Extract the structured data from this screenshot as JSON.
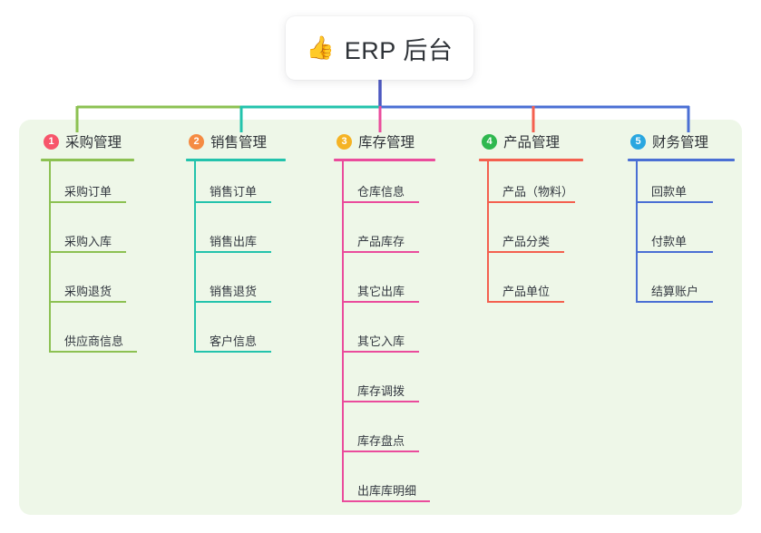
{
  "root": {
    "emoji": "👍",
    "emoji_name": "thumbs-up-icon",
    "title": "ERP 后台"
  },
  "palette": {
    "panel_bg": "#eef7e8",
    "card_bg": "#ffffff",
    "stem_blue": "#4b57c0",
    "text": "#2f3338"
  },
  "columns": [
    {
      "index": "1",
      "badge_color": "#f7556b",
      "line_color": "#8cc152",
      "title": "采购管理",
      "items": [
        "采购订单",
        "采购入库",
        "采购退货",
        "供应商信息"
      ]
    },
    {
      "index": "2",
      "badge_color": "#f58b42",
      "line_color": "#23c3ac",
      "title": "销售管理",
      "items": [
        "销售订单",
        "销售出库",
        "销售退货",
        "客户信息"
      ]
    },
    {
      "index": "3",
      "badge_color": "#f5b324",
      "line_color": "#ea4c9c",
      "title": "库存管理",
      "items": [
        "仓库信息",
        "产品库存",
        "其它出库",
        "其它入库",
        "库存调拨",
        "库存盘点",
        "出库库明细"
      ]
    },
    {
      "index": "4",
      "badge_color": "#2fb84f",
      "line_color": "#f4604f",
      "title": "产品管理",
      "items": [
        "产品（物料）",
        "产品分类",
        "产品单位"
      ]
    },
    {
      "index": "5",
      "badge_color": "#2aa7e0",
      "line_color": "#4a6fd4",
      "title": "财务管理",
      "items": [
        "回款单",
        "付款单",
        "结算账户"
      ]
    }
  ],
  "layout": {
    "col_x": [
      45,
      205,
      368,
      528,
      692
    ],
    "head_rule_w": [
      103,
      110,
      112,
      115,
      118
    ],
    "item_rule_w": [
      85,
      85,
      85,
      85,
      85
    ]
  }
}
